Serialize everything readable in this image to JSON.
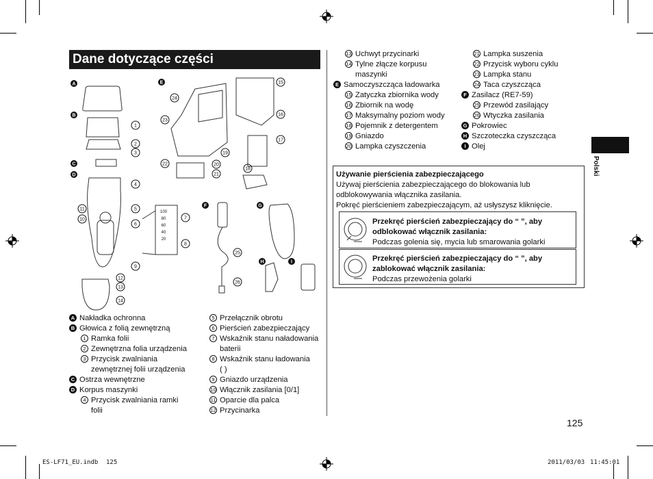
{
  "title": "Dane dotyczące części",
  "language_tab": "Polski",
  "page_number": "125",
  "footer": {
    "file": "ES-LF71_EU.indb",
    "file_page": "125",
    "date": "2011/03/03",
    "time": "11:45:01"
  },
  "left_col": [
    {
      "type": "letter",
      "mark": "A",
      "text": "Nakładka ochronna"
    },
    {
      "type": "letter",
      "mark": "B",
      "text": "Głowica z folią zewnętrzną"
    },
    {
      "type": "num",
      "mark": "1",
      "text": "Ramka folii"
    },
    {
      "type": "num",
      "mark": "2",
      "text": "Zewnętrzna folia urządzenia"
    },
    {
      "type": "num",
      "mark": "3",
      "text": "Przycisk zwalniania"
    },
    {
      "type": "cont",
      "text": "zewnętrznej folii urządzenia"
    },
    {
      "type": "letter",
      "mark": "C",
      "text": "Ostrza wewnętrzne"
    },
    {
      "type": "letter",
      "mark": "D",
      "text": "Korpus maszynki"
    },
    {
      "type": "num",
      "mark": "4",
      "text": "Przycisk zwalniania ramki"
    },
    {
      "type": "cont",
      "text": "folii"
    }
  ],
  "mid_col": [
    {
      "type": "num",
      "mark": "5",
      "text": "Przełącznik obrotu"
    },
    {
      "type": "num",
      "mark": "6",
      "text": "Pierścień zabezpieczający"
    },
    {
      "type": "num",
      "mark": "7",
      "text": "Wskaźnik stanu naładowania"
    },
    {
      "type": "cont",
      "text": "baterii"
    },
    {
      "type": "num",
      "mark": "8",
      "text": "Wskaźnik stanu ładowania"
    },
    {
      "type": "cont",
      "text": "( )"
    },
    {
      "type": "num",
      "mark": "9",
      "text": "Gniazdo urządzenia"
    },
    {
      "type": "num",
      "mark": "10",
      "text": "Włącznik zasilania [0/1]"
    },
    {
      "type": "num",
      "mark": "11",
      "text": "Oparcie dla palca"
    },
    {
      "type": "num",
      "mark": "12",
      "text": "Przycinarka"
    }
  ],
  "right_col1": [
    {
      "type": "num",
      "mark": "13",
      "text": "Uchwyt przycinarki"
    },
    {
      "type": "num",
      "mark": "14",
      "text": "Tylne złącze korpusu"
    },
    {
      "type": "cont",
      "text": "maszynki"
    },
    {
      "type": "letter",
      "mark": "E",
      "text": "Samoczyszcząca ładowarka"
    },
    {
      "type": "num",
      "mark": "15",
      "text": "Zatyczka zbiornika wody"
    },
    {
      "type": "num",
      "mark": "16",
      "text": "Zbiornik na wodę"
    },
    {
      "type": "num",
      "mark": "17",
      "text": "Maksymalny poziom wody"
    },
    {
      "type": "num",
      "mark": "18",
      "text": "Pojemnik z detergentem"
    },
    {
      "type": "num",
      "mark": "19",
      "text": "Gniazdo"
    },
    {
      "type": "num",
      "mark": "20",
      "text": "Lampka czyszczenia"
    }
  ],
  "right_col2": [
    {
      "type": "num",
      "mark": "21",
      "text": "Lampka suszenia"
    },
    {
      "type": "num",
      "mark": "22",
      "text": "Przycisk wyboru cyklu"
    },
    {
      "type": "num",
      "mark": "23",
      "text": "Lampka stanu"
    },
    {
      "type": "num",
      "mark": "24",
      "text": "Taca czyszcząca"
    },
    {
      "type": "letter",
      "mark": "F",
      "text": "Zasilacz (RE7-59)"
    },
    {
      "type": "num",
      "mark": "25",
      "text": "Przewód zasilający"
    },
    {
      "type": "num",
      "mark": "26",
      "text": "Wtyczka zasilania"
    },
    {
      "type": "letter",
      "mark": "G",
      "text": "Pokrowiec"
    },
    {
      "type": "letter",
      "mark": "H",
      "text": "Szczoteczka czyszcząca"
    },
    {
      "type": "letter",
      "mark": "I",
      "text": "Olej"
    }
  ],
  "safety": {
    "heading": "Używanie pierścienia zabezpieczającego",
    "line1": "Używaj pierścienia zabezpieczającego do blokowania lub",
    "line2": "odblokowywania włącznika zasilania.",
    "line3": "Pokręć pierścieniem zabezpieczającym, aż usłyszysz kliknięcie.",
    "unlock_bold1": "Przekręć pierścień zabezpieczający do “ ”, aby",
    "unlock_bold2": "odblokować włącznik zasilania:",
    "unlock_text": "Podczas golenia się, mycia lub smarowania golarki",
    "lock_bold1": "Przekręć pierścień zabezpieczający do “ ”, aby",
    "lock_bold2": "zablokować włącznik zasilania:",
    "lock_text": "Podczas przewożenia golarki"
  },
  "diagram": {
    "labels_letters": [
      "A",
      "B",
      "C",
      "D",
      "E",
      "F",
      "G",
      "H",
      "I"
    ],
    "labels_nums": [
      "1",
      "2",
      "3",
      "4",
      "5",
      "6",
      "7",
      "8",
      "9",
      "10",
      "11",
      "12",
      "13",
      "14",
      "15",
      "16",
      "17",
      "18",
      "19",
      "20",
      "21",
      "22",
      "23",
      "24",
      "25",
      "26"
    ],
    "gauge": [
      "100",
      "80",
      "60",
      "40",
      "20"
    ]
  }
}
